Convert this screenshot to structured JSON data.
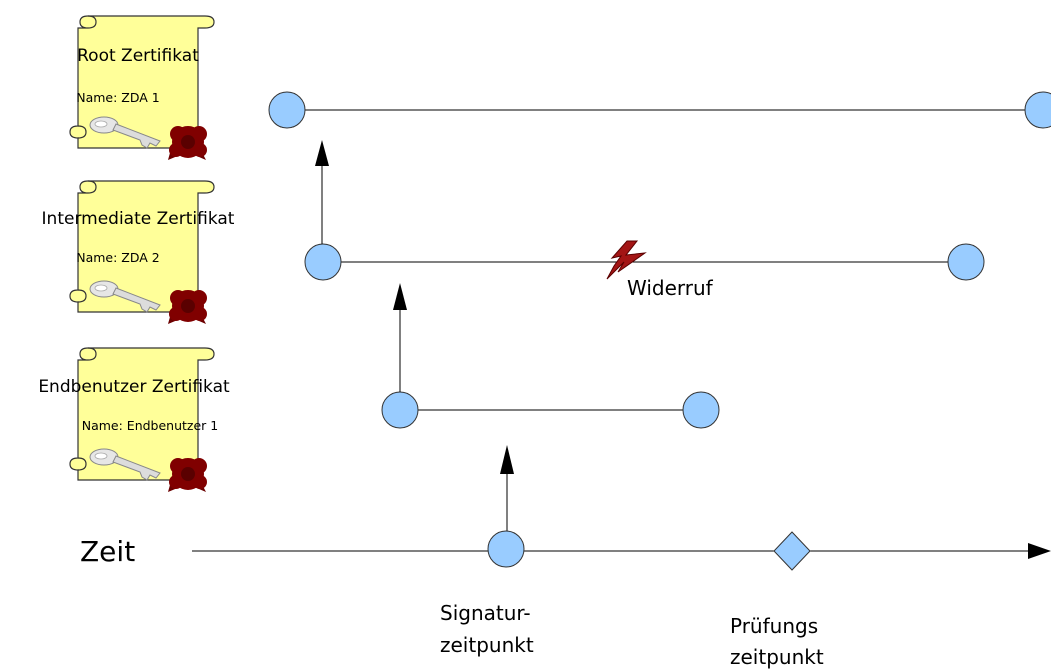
{
  "certificates": [
    {
      "title": "Root Zertifikat",
      "name": "Name: ZDA 1"
    },
    {
      "title": "Intermediate  Zertifikat",
      "name": "Name: ZDA 2"
    },
    {
      "title": "Endbenutzer  Zertifikat",
      "name": "Name: Endbenutzer 1"
    }
  ],
  "timeline": {
    "axis_label": "Zeit",
    "signature_label_line1": "Signatur-",
    "signature_label_line2": "zeitpunkt",
    "check_label_line1": "Prüfungs",
    "check_label_line2": "zeitpunkt"
  },
  "revocation_label": "Widerruf",
  "colors": {
    "certificate_paper": "#ffff99",
    "certificate_outline": "#333333",
    "node_fill": "#99ccff",
    "node_outline": "#333333",
    "seal": "#800000",
    "lightning": "#8b1a1a",
    "key": "#dcdcdc"
  },
  "icons": [
    "scroll-icon",
    "key-icon",
    "seal-icon",
    "lightning-icon"
  ]
}
